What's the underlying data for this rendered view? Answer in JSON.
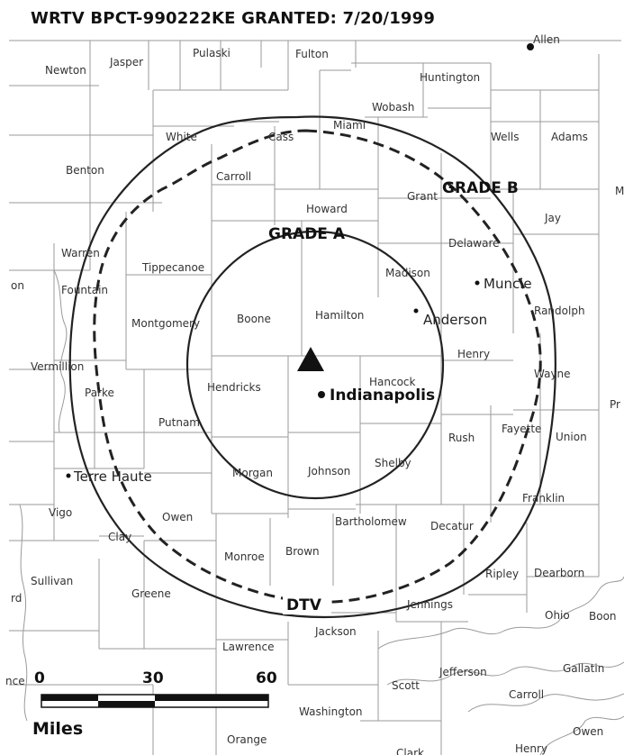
{
  "title": "WRTV  BPCT-990222KE  GRANTED: 7/20/1999",
  "contours": {
    "grade_a": "GRADE A",
    "grade_b": "GRADE B",
    "dtv": "DTV"
  },
  "cities": {
    "indianapolis": "Indianapolis",
    "anderson": "Anderson",
    "muncie": "Muncie",
    "terre_haute": "Terre Haute",
    "allen": "Allen"
  },
  "counties": {
    "newton": "Newton",
    "jasper": "Jasper",
    "pulaski": "Pulaski",
    "fulton": "Fulton",
    "huntington": "Huntington",
    "wabash": "Wobash",
    "miami": "Miami",
    "cass": "Cass",
    "wells": "Wells",
    "adams": "Adams",
    "white": "White",
    "benton": "Benton",
    "carroll": "Carroll",
    "howard": "Howard",
    "grant": "Grant",
    "jay": "Jay",
    "warren": "Warren",
    "tippecanoe": "Tippecanoe",
    "delaware": "Delaware",
    "fountain": "Fountain",
    "madison": "Madison",
    "montgomery": "Montgomery",
    "boone": "Boone",
    "hamilton": "Hamilton",
    "randolph": "Randolph",
    "vermillion": "Vermillion",
    "henry": "Henry",
    "wayne": "Wayne",
    "parke": "Parke",
    "hendricks": "Hendricks",
    "hancock": "Hancock",
    "putnam": "Putnam",
    "rush": "Rush",
    "fayette": "Fayette",
    "union": "Union",
    "morgan": "Morgan",
    "johnson": "Johnson",
    "shelby": "Shelby",
    "vigo": "Vigo",
    "owen": "Owen",
    "franklin": "Franklin",
    "clay": "Clay",
    "bartholomew": "Bartholomew",
    "decatur": "Decatur",
    "monroe": "Monroe",
    "brown": "Brown",
    "sullivan": "Sullivan",
    "ripley": "Ripley",
    "dearborn": "Dearborn",
    "greene": "Greene",
    "jennings": "Jennings",
    "ohio": "Ohio",
    "boone_ky": "Boon",
    "jackson": "Jackson",
    "lawrence": "Lawrence",
    "jefferson": "Jefferson",
    "gallatin": "Gallatin",
    "scott": "Scott",
    "carroll_ky": "Carroll",
    "washington": "Washington",
    "owen_ky": "Owen",
    "orange": "Orange",
    "henry_ky": "Henry",
    "clark": "Clark",
    "edge_on": "on",
    "edge_rd": "rd",
    "edge_nce": "nce",
    "edge_m": "M",
    "edge_pr": "Pr"
  },
  "scale": {
    "tick_0": "0",
    "tick_30": "30",
    "tick_60": "60",
    "unit": "Miles"
  },
  "colors": {
    "background": "#ffffff",
    "line": "#222222",
    "county_border": "#9a9a9a"
  }
}
